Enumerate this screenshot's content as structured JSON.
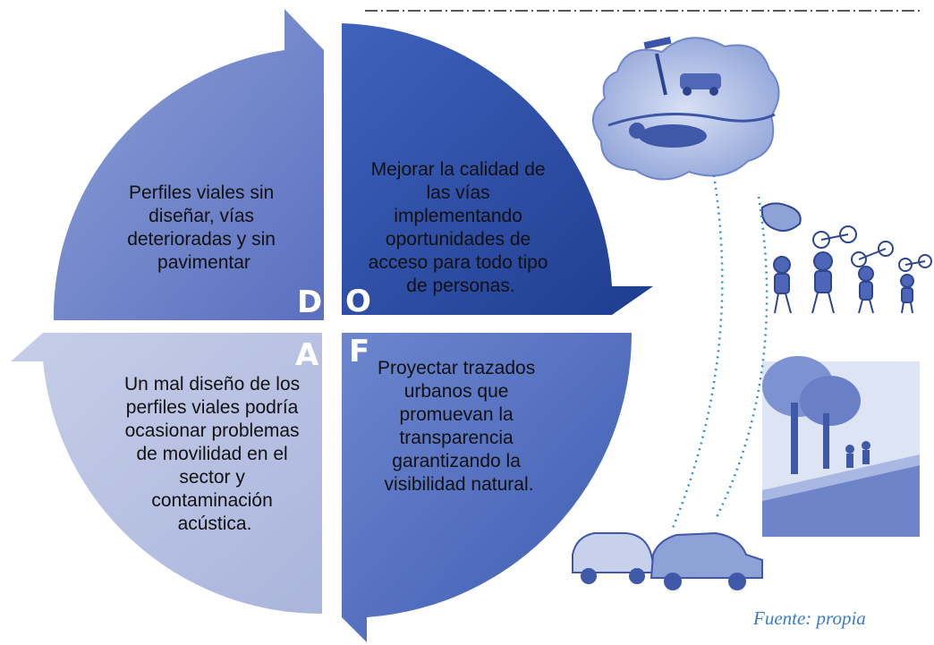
{
  "quadrants": {
    "d": {
      "letter": "D",
      "lines": [
        "Perfiles viales sin",
        "diseñar, vías",
        "deterioradas y sin",
        "pavimentar"
      ]
    },
    "o": {
      "letter": "O",
      "lines": [
        "Mejorar la calidad de",
        "las vías",
        "implementando",
        "oportunidades de",
        "acceso para todo tipo",
        "de personas."
      ]
    },
    "a": {
      "letter": "A",
      "lines": [
        "Un mal diseño de los",
        "perfiles viales podría",
        "ocasionar problemas",
        "de movilidad en el",
        "sector y",
        "contaminación",
        "acústica."
      ]
    },
    "f": {
      "letter": "F",
      "lines": [
        "Proyectar trazados",
        "urbanos que",
        "promuevan la",
        "transparencia",
        "garantizando la",
        "visibilidad natural."
      ]
    }
  },
  "source": "Fuente: propia",
  "colors": {
    "d": "#7387c9",
    "o": "#3a5ab5",
    "a": "#bdc6e3",
    "f": "#5d75c2",
    "illustration": "#5b73bf",
    "source_text": "#3a7ccc"
  }
}
